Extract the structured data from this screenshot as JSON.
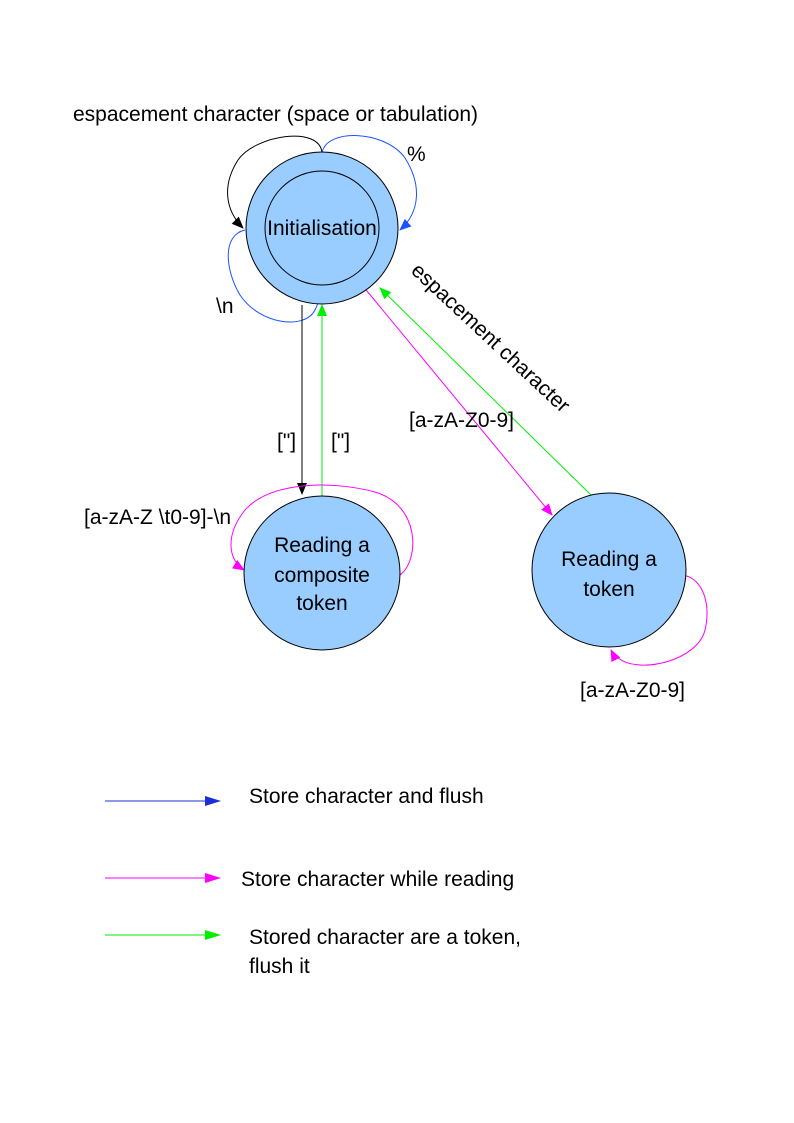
{
  "diagram": {
    "type": "state-machine",
    "colors": {
      "state_fill": "#99ccff",
      "state_stroke": "#000000",
      "flush": "#1a53ff",
      "read": "#ff00ff",
      "token": "#00ee00",
      "neutral": "#000000"
    },
    "states": {
      "init": {
        "label": "Initialisation",
        "initial": true
      },
      "composite": {
        "lines": [
          "Reading a",
          "composite",
          "token"
        ]
      },
      "token": {
        "lines": [
          "Reading a",
          "token"
        ]
      }
    },
    "transitions": {
      "init_space_loop": {
        "label": "espacement character (space or tabulation)",
        "kind": "neutral"
      },
      "init_percent_loop": {
        "label": "%",
        "kind": "flush"
      },
      "init_newline_loop": {
        "label": "\\n",
        "kind": "flush"
      },
      "init_to_composite": {
        "label": "[\"]",
        "kind": "neutral"
      },
      "composite_to_init": {
        "label": "[\"]",
        "kind": "token"
      },
      "init_to_token": {
        "label": "[a-zA-Z0-9]",
        "kind": "read"
      },
      "token_to_init": {
        "label": "espacement character",
        "kind": "token"
      },
      "composite_loop": {
        "label": "[a-zA-Z \\t0-9]-\\n",
        "kind": "read"
      },
      "token_loop": {
        "label": "[a-zA-Z0-9]",
        "kind": "read"
      }
    }
  },
  "legend": [
    {
      "kind": "flush",
      "color": "#1a2fd6",
      "lines": [
        "Store character and flush"
      ]
    },
    {
      "kind": "read",
      "color": "#ff00ff",
      "lines": [
        "Store character while reading"
      ]
    },
    {
      "kind": "token",
      "color": "#00ee00",
      "lines": [
        "Stored character are a token,",
        "flush it"
      ]
    }
  ]
}
